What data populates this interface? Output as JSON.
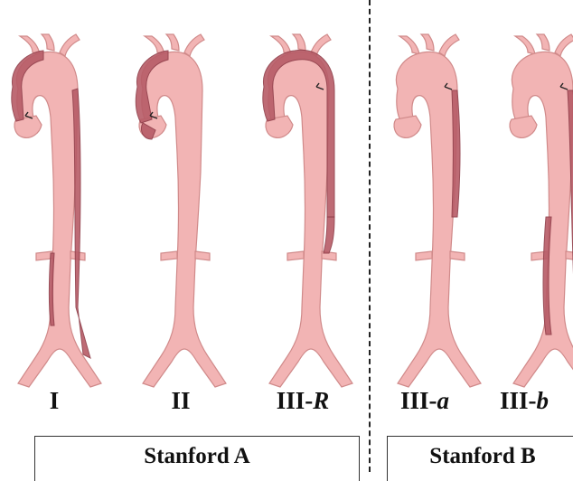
{
  "types": [
    {
      "id": "I",
      "prefix": "I",
      "suffix": ""
    },
    {
      "id": "II",
      "prefix": "II",
      "suffix": ""
    },
    {
      "id": "III-R",
      "prefix": "III-",
      "suffix": "R"
    },
    {
      "id": "III-a",
      "prefix": "III-",
      "suffix": "a"
    },
    {
      "id": "III-b",
      "prefix": "III-",
      "suffix": "b"
    }
  ],
  "groups": {
    "a": {
      "label": "Stanford A"
    },
    "b": {
      "label": "Stanford B"
    }
  },
  "colors": {
    "vessel": "#f2b4b4",
    "vessel_outline": "#d08a8a",
    "false_lumen": "#b75c67",
    "false_lumen_dark": "#8f3c48",
    "divider": "#222222"
  }
}
